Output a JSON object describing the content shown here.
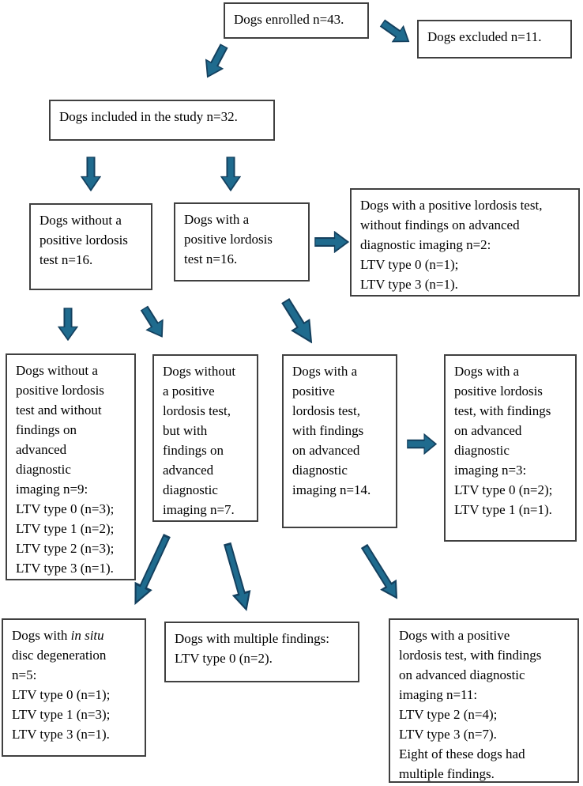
{
  "colors": {
    "arrow_fill": "#1F6B8E",
    "arrow_stroke": "#14405E",
    "box_border": "#404040",
    "text": "#000000",
    "background": "#FFFFFF"
  },
  "nodes": {
    "enrolled": {
      "text": "Dogs enrolled n=43."
    },
    "excluded": {
      "text": "Dogs excluded n=11."
    },
    "included": {
      "text": "Dogs included in the study n=32."
    },
    "without_lordosis": {
      "text": "Dogs without a\npositive lordosis\ntest n=16."
    },
    "with_lordosis": {
      "text": "Dogs with a\npositive lordosis\ntest n=16."
    },
    "pos_no_imaging": {
      "text": "Dogs with a positive lordosis test,\nwithout findings on advanced\ndiagnostic imaging n=2:\nLTV type 0 (n=1);\nLTV type 3 (n=1)."
    },
    "neg_no_imaging": {
      "text": "Dogs without a\npositive lordosis\ntest and without\nfindings on\nadvanced\ndiagnostic\nimaging n=9:\nLTV type 0 (n=3);\nLTV type 1 (n=2);\nLTV type 2 (n=3);\nLTV type 3 (n=1)."
    },
    "neg_with_imaging": {
      "text": "Dogs without\na positive\nlordosis test,\nbut with\nfindings on\nadvanced\ndiagnostic\nimaging n=7."
    },
    "pos_with_imaging": {
      "text": "Dogs with a\npositive\nlordosis test,\nwith findings\non advanced\ndiagnostic\nimaging n=14."
    },
    "pos_imaging_ltv": {
      "text": "Dogs with a\npositive lordosis\ntest, with findings\non advanced\ndiagnostic\nimaging n=3:\nLTV type 0 (n=2);\nLTV type 1 (n=1)."
    },
    "insitu": {
      "part1": "Dogs with ",
      "italic": "in situ",
      "part2": "\ndisc degeneration\nn=5:\nLTV type 0 (n=1);\nLTV type 1 (n=3);\nLTV type 3 (n=1)."
    },
    "multiple_findings": {
      "text": "Dogs with multiple findings:\nLTV type 0 (n=2)."
    },
    "pos_imaging_11": {
      "text": "Dogs with a positive\nlordosis test, with findings\non advanced diagnostic\nimaging n=11:\nLTV type 2 (n=4);\nLTV type 3 (n=7).\nEight of these dogs had\nmultiple findings."
    }
  }
}
